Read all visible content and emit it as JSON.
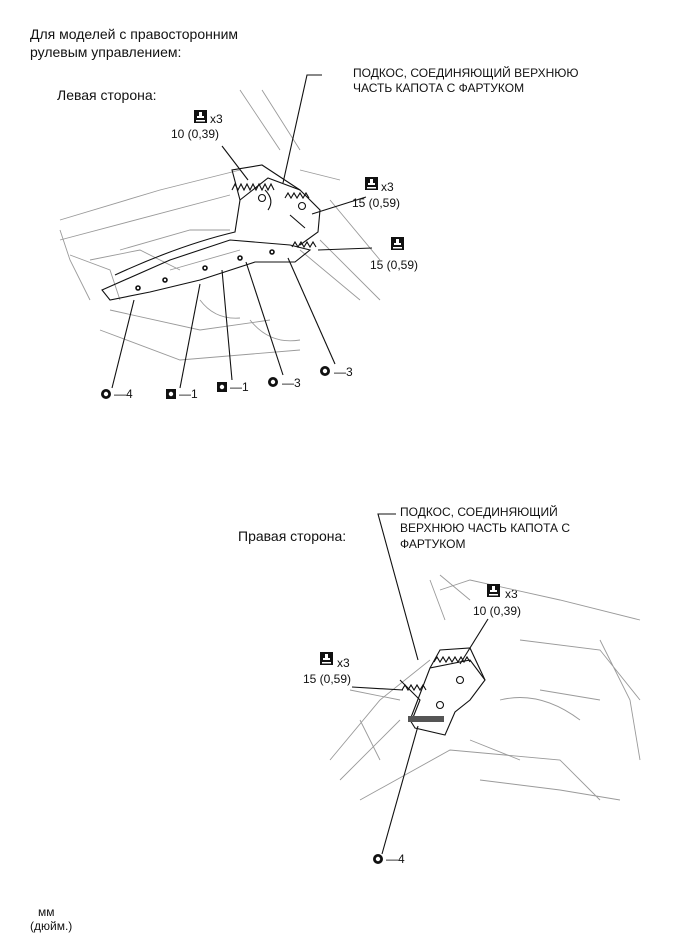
{
  "header": {
    "line1": "Для моделей с правосторонним",
    "line2": "рулевым управлением:"
  },
  "left": {
    "title": "Левая сторона:",
    "part_line1": "ПОДКОС, СОЕДИНЯЮЩИЙ ВЕРХНЮЮ",
    "part_line2": "ЧАСТЬ КАПОТА С ФАРТУКОМ",
    "torque_a": {
      "mult": "x3",
      "value": "10 (0,39)"
    },
    "torque_b": {
      "mult": "x3",
      "value": "15 (0,59)"
    },
    "torque_c": {
      "value": "15 (0,59)"
    },
    "bolt_labels": [
      "—4",
      "—1",
      "—1",
      "—3",
      "—3"
    ]
  },
  "right": {
    "title": "Правая сторона:",
    "part_line1": "ПОДКОС, СОЕДИНЯЮЩИЙ",
    "part_line2": "ВЕРХНЮЮ ЧАСТЬ КАПОТА С",
    "part_line3": "ФАРТУКОМ",
    "torque_a": {
      "mult": "x3",
      "value": "10 (0,39)"
    },
    "torque_b": {
      "mult": "x3",
      "value": "15 (0,59)"
    },
    "bolt_label": "—4"
  },
  "units": {
    "line1": "мм",
    "line2": "(дюйм.)"
  }
}
